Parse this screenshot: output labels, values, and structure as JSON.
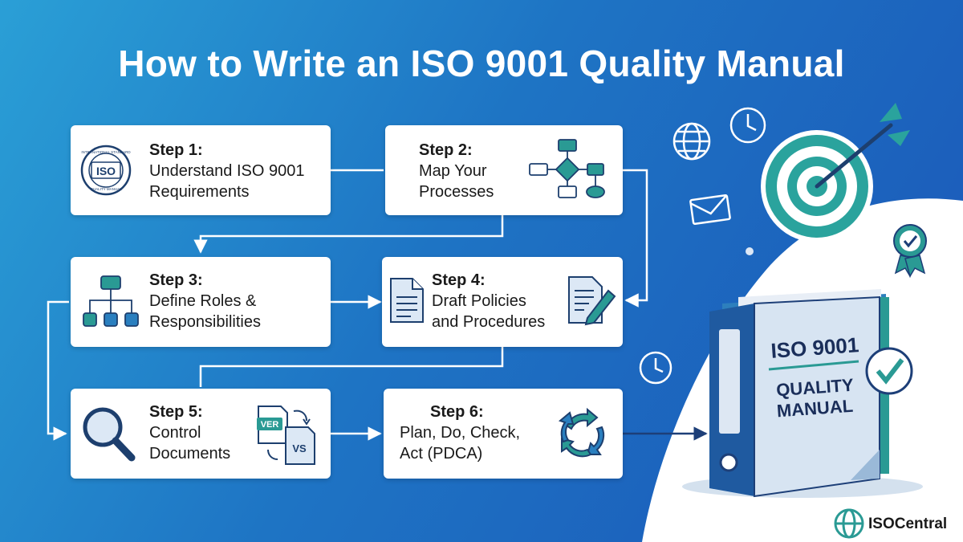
{
  "title": "How to Write an ISO 9001 Quality Manual",
  "steps": [
    {
      "label": "Step 1:",
      "text": "Understand ISO 9001\nRequirements",
      "icon": "iso-seal-icon"
    },
    {
      "label": "Step 2:",
      "text": "Map Your\nProcesses",
      "icon": "flowchart-icon"
    },
    {
      "label": "Step 3:",
      "text": "Define Roles &\nResponsibilities",
      "icon": "org-chart-icon"
    },
    {
      "label": "Step 4:",
      "text": "Draft Policies\nand Procedures",
      "icon": "document-pen-icon"
    },
    {
      "label": "Step 5:",
      "text": "Control\nDocuments",
      "icon": "magnifier-version-icon"
    },
    {
      "label": "Step 6:",
      "text": "Plan, Do, Check,\nAct (PDCA)",
      "icon": "cycle-arrows-icon"
    }
  ],
  "seal": {
    "center": "ISO",
    "ring_top": "INTERNATIONAL STANDARD",
    "ring_bottom": "QUALITY MANUAL"
  },
  "version_badges": {
    "ver": "VER",
    "vs": "VS"
  },
  "binder": {
    "line1": "ISO 9001",
    "line2": "QUALITY",
    "line3": "MANUAL"
  },
  "brand": {
    "name": "ISOCentral"
  },
  "colors": {
    "bg_start": "#2a9fd6",
    "bg_end": "#1b56b8",
    "teal": "#2a9a94",
    "navy": "#1d4f91",
    "card": "#ffffff"
  }
}
